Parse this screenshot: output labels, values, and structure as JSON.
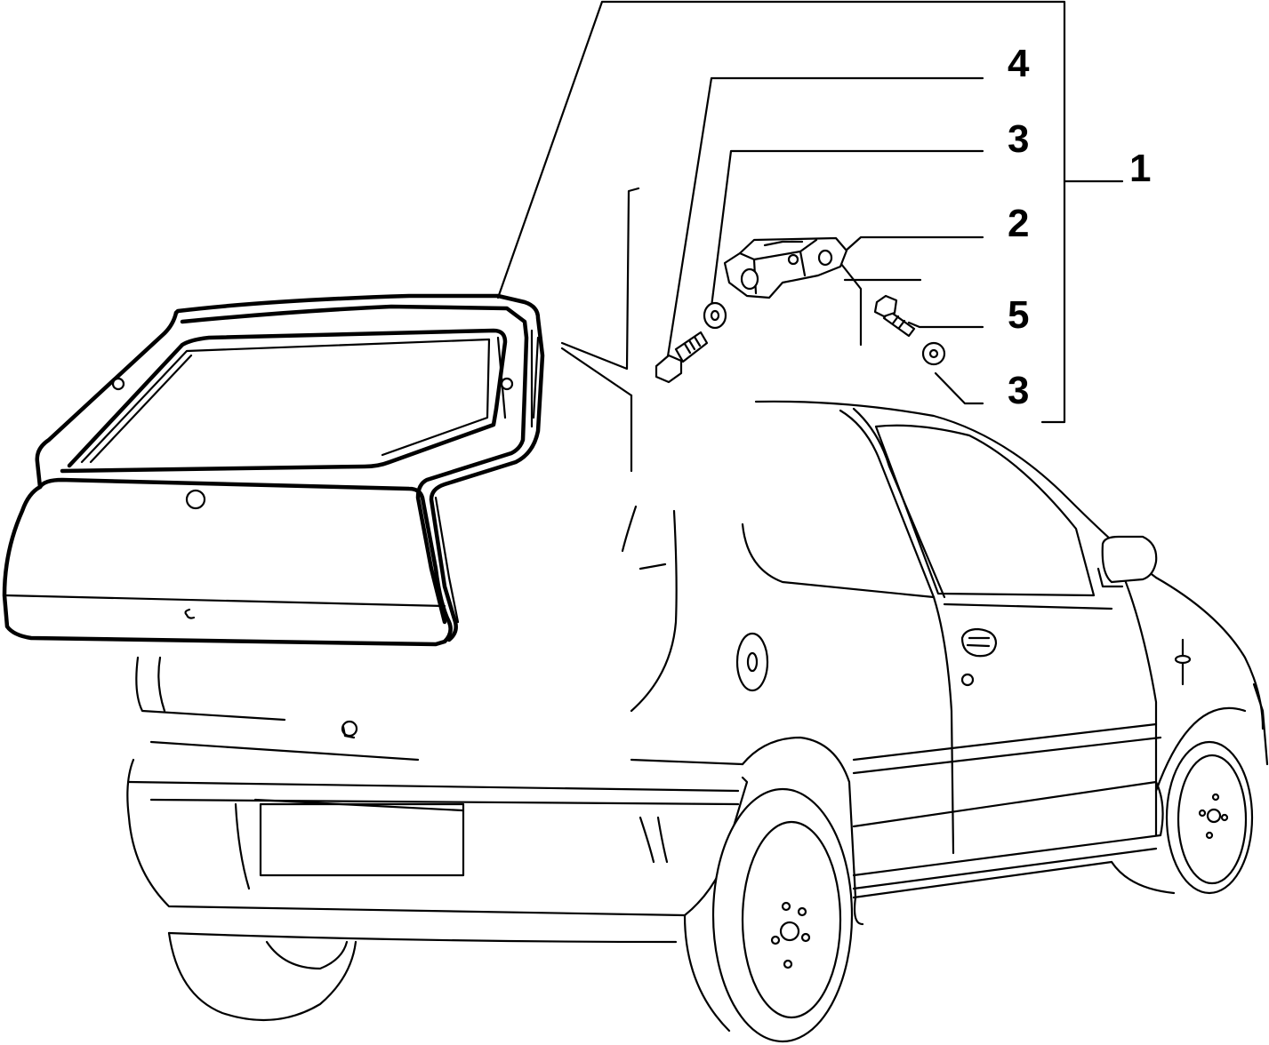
{
  "callouts": [
    {
      "id": "callout-1",
      "text": "1"
    },
    {
      "id": "callout-2",
      "text": "2"
    },
    {
      "id": "callout-3-upper",
      "text": "3"
    },
    {
      "id": "callout-3-lower",
      "text": "3"
    },
    {
      "id": "callout-4",
      "text": "4"
    },
    {
      "id": "callout-5",
      "text": "5"
    }
  ]
}
